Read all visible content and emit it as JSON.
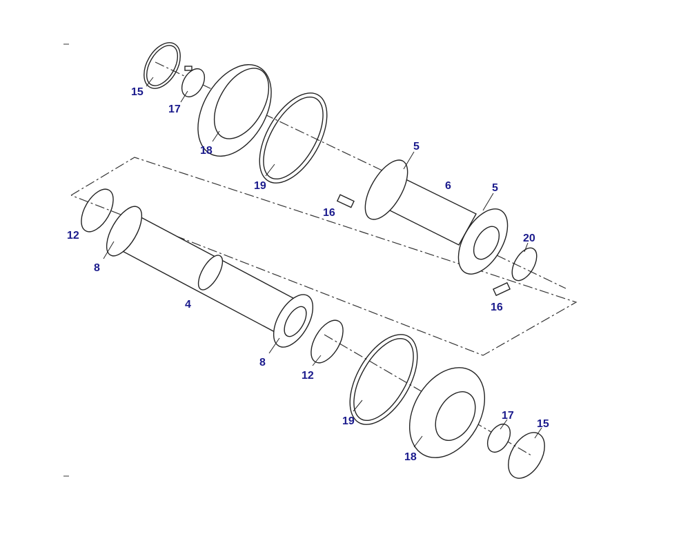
{
  "diagram": {
    "label_color": "#1a1a8c",
    "callouts": [
      {
        "id": "c-15-top",
        "text": "15"
      },
      {
        "id": "c-17-top",
        "text": "17"
      },
      {
        "id": "c-18-top",
        "text": "18"
      },
      {
        "id": "c-19-top",
        "text": "19"
      },
      {
        "id": "c-5-left",
        "text": "5"
      },
      {
        "id": "c-6",
        "text": "6"
      },
      {
        "id": "c-5-right",
        "text": "5"
      },
      {
        "id": "c-16-top",
        "text": "16"
      },
      {
        "id": "c-20",
        "text": "20"
      },
      {
        "id": "c-12-left",
        "text": "12"
      },
      {
        "id": "c-8-left",
        "text": "8"
      },
      {
        "id": "c-4",
        "text": "4"
      },
      {
        "id": "c-16-bottom",
        "text": "16"
      },
      {
        "id": "c-8-right",
        "text": "8"
      },
      {
        "id": "c-12-right",
        "text": "12"
      },
      {
        "id": "c-19-bottom",
        "text": "19"
      },
      {
        "id": "c-17-bottom",
        "text": "17"
      },
      {
        "id": "c-15-bottom",
        "text": "15"
      },
      {
        "id": "c-18-bottom",
        "text": "18"
      }
    ]
  }
}
